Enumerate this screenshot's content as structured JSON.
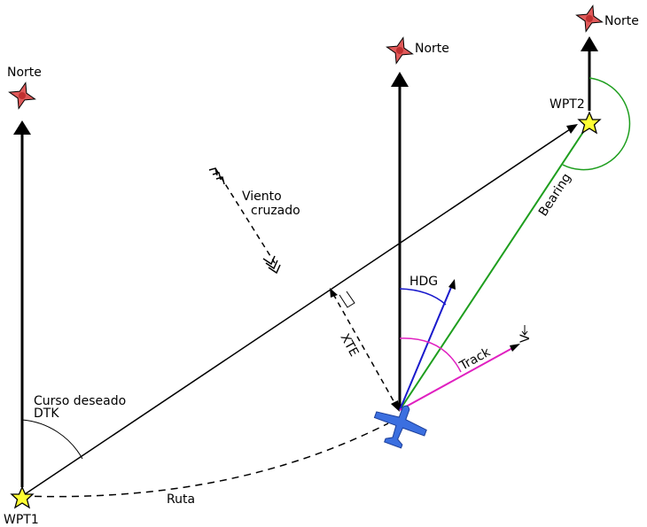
{
  "labels": {
    "north_left": "Norte",
    "north_mid": "Norte",
    "north_right": "Norte",
    "wpt1": "WPT1",
    "wpt2": "WPT2",
    "wind_line1": "Viento",
    "wind_line2": "cruzado",
    "desired_course_line1": "Curso deseado",
    "desired_course_line2": "DTK",
    "route": "Ruta",
    "xte": "XTE",
    "hdg": "HDG",
    "track": "Track",
    "bearing": "Bearing",
    "velocity": "V"
  },
  "colors": {
    "north_star": "#e05a5a",
    "waypoint_star": "#ffff33",
    "aircraft": "#3b6fe0",
    "heading": "#1a1acc",
    "track": "#e020c0",
    "bearing": "#1e9e1e",
    "lines": "#000000"
  },
  "icons": {
    "north": "compass-star-icon",
    "waypoint": "star-icon",
    "aircraft": "airplane-icon",
    "wind": "wind-arrow-icon"
  }
}
